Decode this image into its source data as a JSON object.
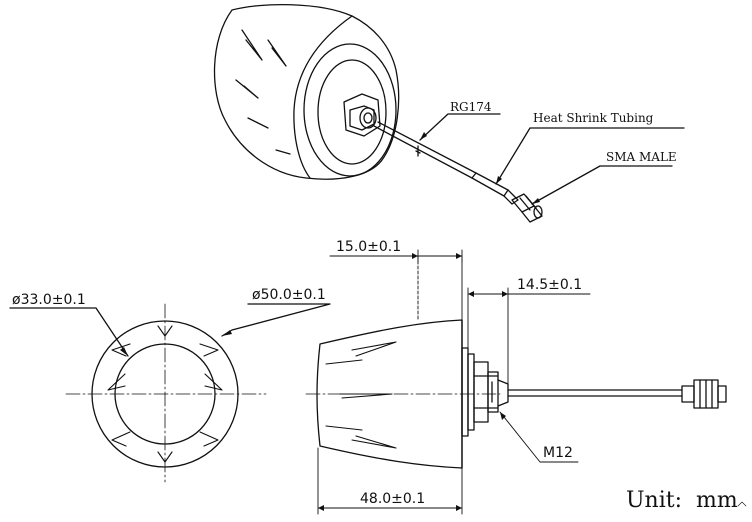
{
  "iso_labels": {
    "rg174": "RG174",
    "heat_shrink": "Heat Shrink Tubing",
    "sma_male": "SMA MALE"
  },
  "dimensions": {
    "inner_diameter": "ø33.0±0.1",
    "outer_diameter": "ø50.0±0.1",
    "base_height": "15.0±0.1",
    "nut_height": "14.5±0.1",
    "thread": "M12",
    "total_width": "48.0±0.1"
  },
  "unit": "Unit:  mm"
}
